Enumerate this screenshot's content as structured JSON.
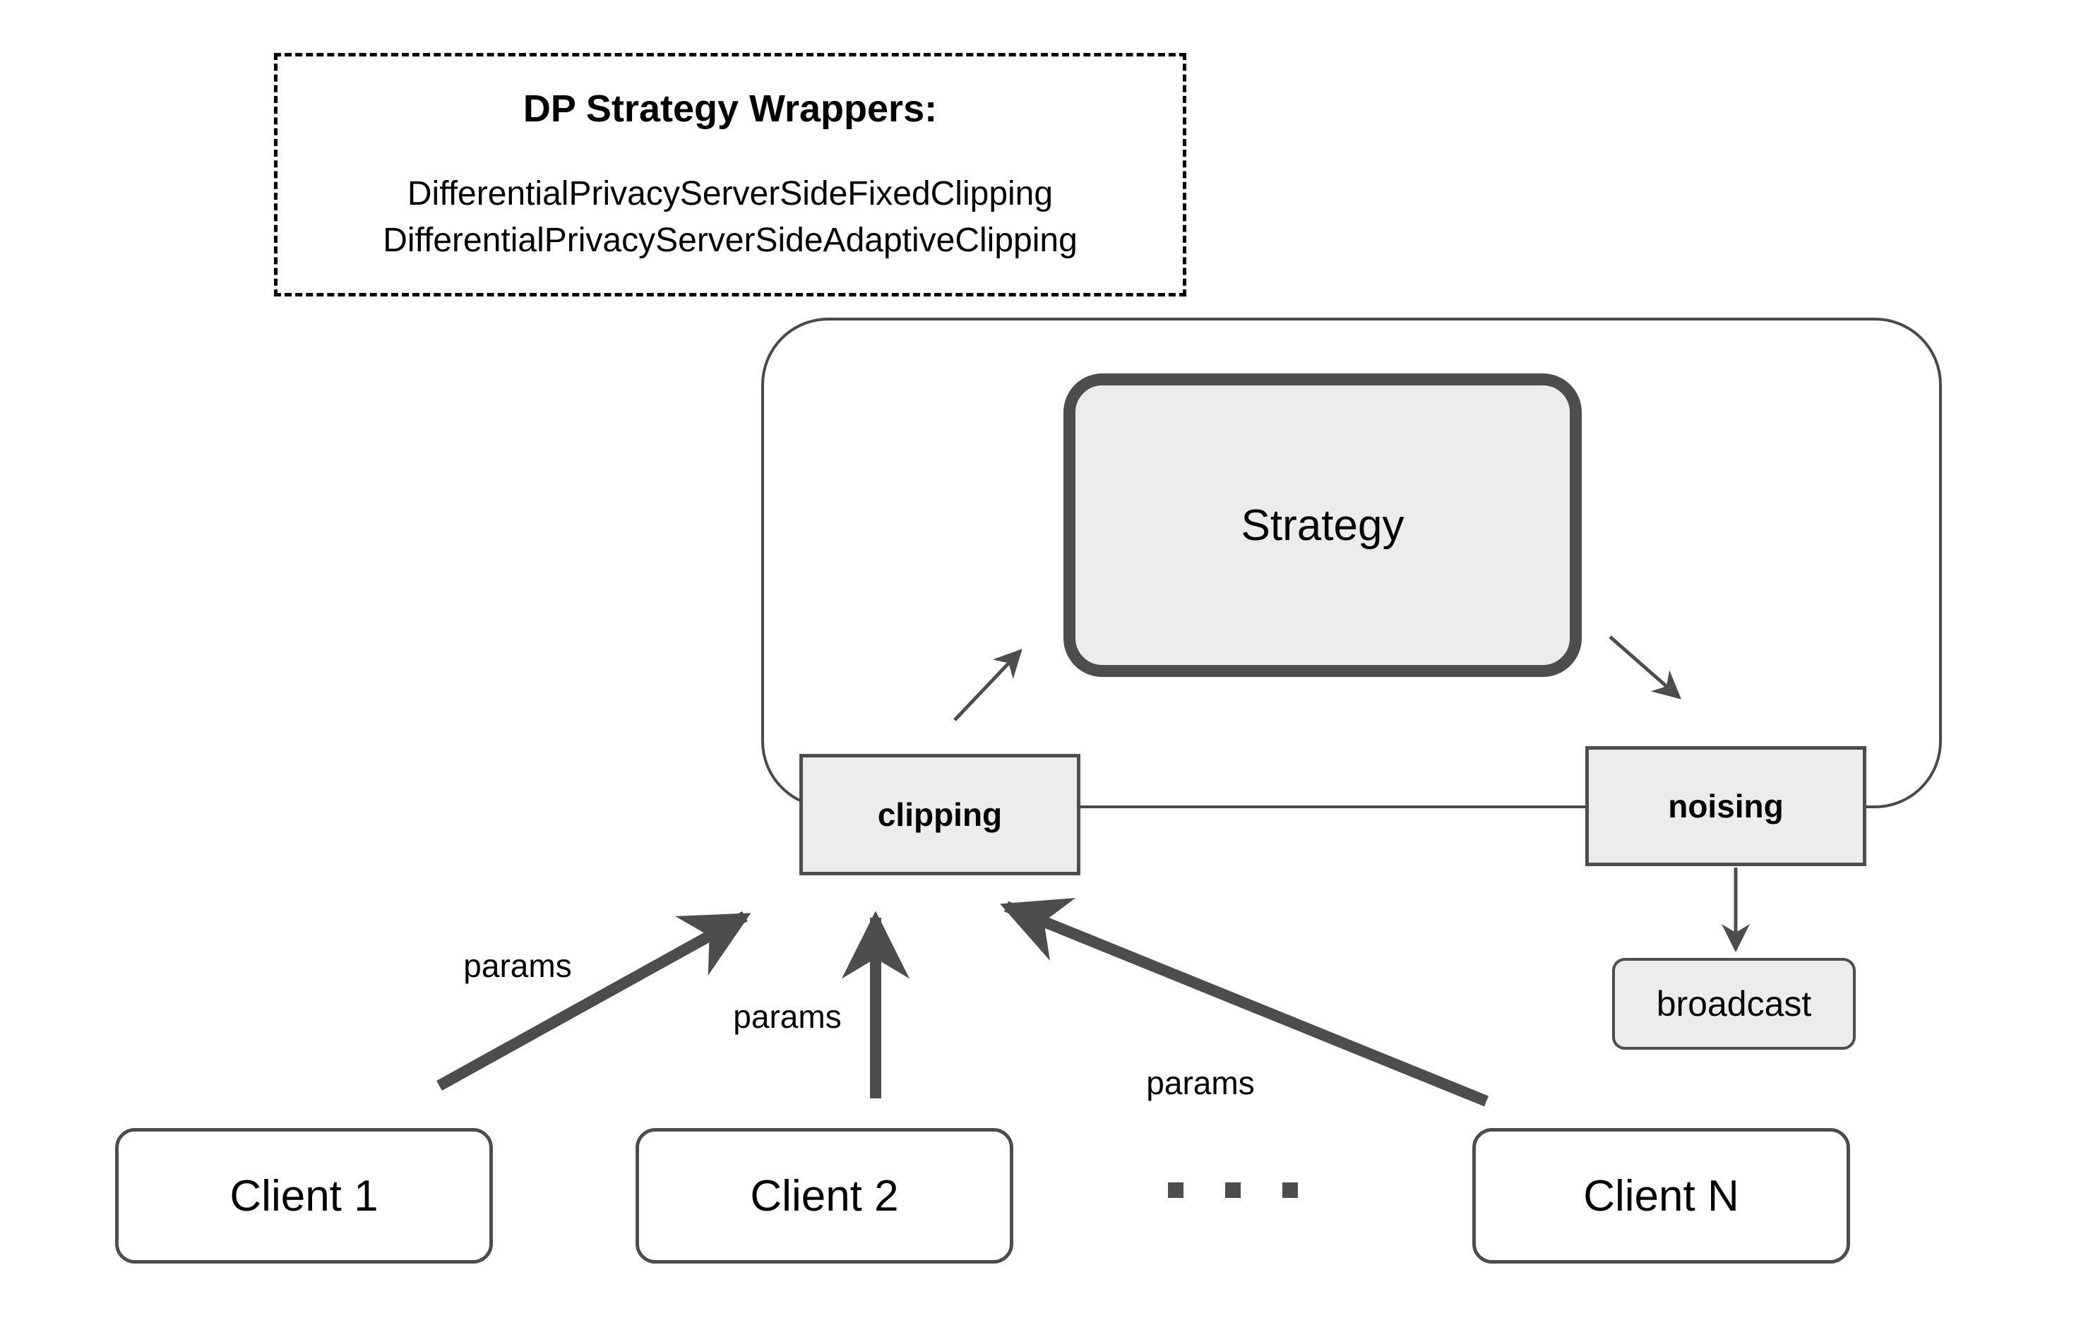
{
  "diagram": {
    "wrappers_note": {
      "title": "DP Strategy Wrappers:",
      "classes": [
        "DifferentialPrivacyServerSideFixedClipping",
        "DifferentialPrivacyServerSideAdaptiveClipping"
      ]
    },
    "server": {
      "strategy": "Strategy",
      "clipping": "clipping",
      "noising": "noising"
    },
    "broadcast": "broadcast",
    "clients": [
      {
        "label": "Client 1"
      },
      {
        "label": "Client 2"
      },
      {
        "label": "Client N"
      }
    ],
    "ellipsis_dot_count": 3,
    "edge_labels": {
      "client1_params": "params",
      "client2_params": "params",
      "clientN_params": "params"
    },
    "colors": {
      "node_fill": "#ececec",
      "stroke": "#4d4d4d",
      "client_fill": "#ffffff",
      "dashed_border": "#000000",
      "text": "#000000"
    }
  }
}
